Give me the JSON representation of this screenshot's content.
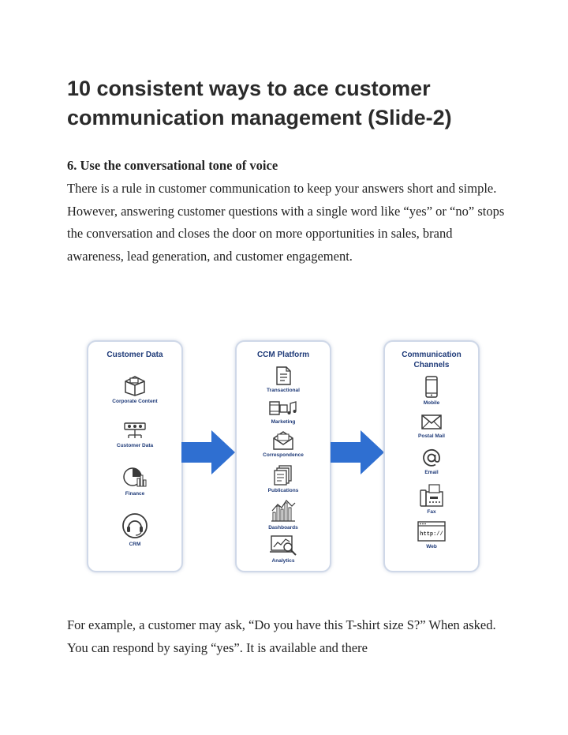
{
  "title": "10 consistent ways to ace customer communication management (Slide-2)",
  "subheading": "6. Use the conversational tone of voice",
  "paragraph_1": "There is a rule in customer communication to keep your answers short and simple. However, answering customer questions with a single word like “yes” or “no” stops the conversation and closes the door on more opportunities in sales, brand awareness, lead generation, and customer engagement.",
  "diagram": {
    "colors": {
      "border": "#cfd8e8",
      "text": "#1e3a78",
      "icon": "#3a3a3a",
      "arrow": "#2f6fd1"
    },
    "customer_data": {
      "title": "Customer Data",
      "items": [
        {
          "label": "Corporate Content",
          "icon": "box-icon"
        },
        {
          "label": "Customer Data",
          "icon": "network-icon"
        },
        {
          "label": "Finance",
          "icon": "pie-chart-icon"
        },
        {
          "label": "CRM",
          "icon": "headset-icon"
        }
      ]
    },
    "ccm_platform": {
      "title": "CCM Platform",
      "items": [
        {
          "label": "Transactional",
          "icon": "document-icon"
        },
        {
          "label": "Marketing",
          "icon": "media-icon"
        },
        {
          "label": "Correspondence",
          "icon": "envelope-icon"
        },
        {
          "label": "Publications",
          "icon": "pages-icon"
        },
        {
          "label": "Dashboards",
          "icon": "bar-chart-icon"
        },
        {
          "label": "Analytics",
          "icon": "analytics-icon"
        }
      ]
    },
    "channels": {
      "title": "Communication Channels",
      "items": [
        {
          "label": "Mobile",
          "icon": "phone-icon"
        },
        {
          "label": "Postal Mail",
          "icon": "mail-icon"
        },
        {
          "label": "Email",
          "icon": "at-icon"
        },
        {
          "label": "Fax",
          "icon": "fax-icon"
        },
        {
          "label": "Web",
          "icon": "browser-icon",
          "icon_text": "http://"
        }
      ]
    }
  },
  "paragraph_2": "For example, a customer may ask, “Do you have this T-shirt size S?” When asked. You can respond by saying “yes”. It is available and there"
}
